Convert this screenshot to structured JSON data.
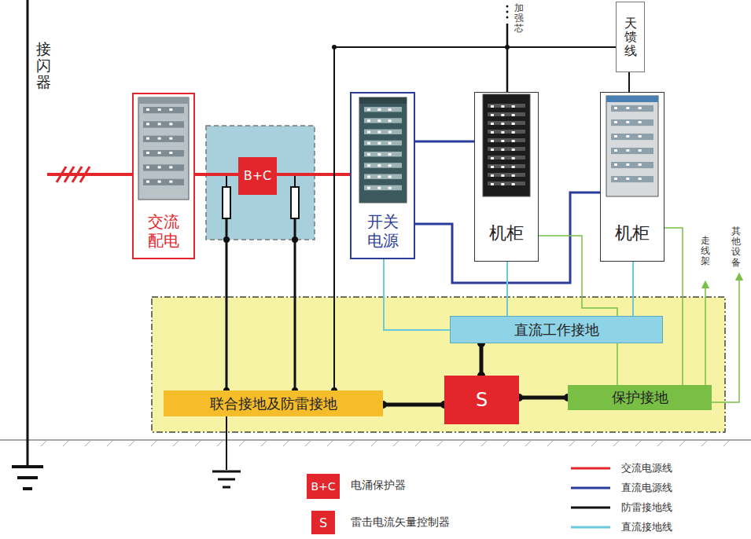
{
  "diagram": {
    "nodes": [
      {
        "text": [
          "交流配电"
        ]
      },
      {
        "text": [
          "B+C"
        ]
      },
      {
        "text": [
          "开关电源"
        ]
      },
      {
        "text": [
          "机柜"
        ]
      },
      {
        "text": [
          "机柜"
        ]
      },
      {
        "text": [
          "天馈线"
        ]
      },
      {
        "text": [
          "联合接地及防雷接地"
        ]
      },
      {
        "text": [
          "S"
        ]
      },
      {
        "text": [
          "直流工作接地"
        ]
      },
      {
        "text": [
          "保护接地"
        ]
      }
    ],
    "edges": [
      {
        "from": 0,
        "to": 1,
        "arrow": "none"
      },
      {
        "from": 1,
        "to": 2,
        "arrow": "none"
      },
      {
        "from": 2,
        "to": 3,
        "arrow": "none"
      },
      {
        "from": 2,
        "to": 4,
        "arrow": "none"
      },
      {
        "from": 2,
        "to": 8,
        "arrow": "none"
      },
      {
        "from": 3,
        "to": 8,
        "arrow": "none"
      },
      {
        "from": 4,
        "to": 8,
        "arrow": "none"
      },
      {
        "from": 3,
        "to": 9,
        "arrow": "none"
      },
      {
        "from": 4,
        "to": 9,
        "arrow": "none"
      },
      {
        "from": 6,
        "to": 7,
        "arrow": "none"
      },
      {
        "from": 7,
        "to": 8,
        "arrow": "none"
      },
      {
        "from": 7,
        "to": 9,
        "arrow": "none"
      },
      {
        "from": 6,
        "to": 5,
        "arrow": "none"
      }
    ],
    "labels": [
      "接闪器",
      "加强芯",
      "走线架",
      "其他设备",
      "B+C",
      "S"
    ],
    "legend": [
      {
        "text": "电涌保护器",
        "color": "#e3262b"
      },
      {
        "text": "雷击电流矢量控制器",
        "color": "#e3262b"
      },
      {
        "text": "交流电源线"
      },
      {
        "text": "直流电源线"
      },
      {
        "text": "防雷接地线"
      },
      {
        "text": "直流接地线"
      }
    ]
  }
}
